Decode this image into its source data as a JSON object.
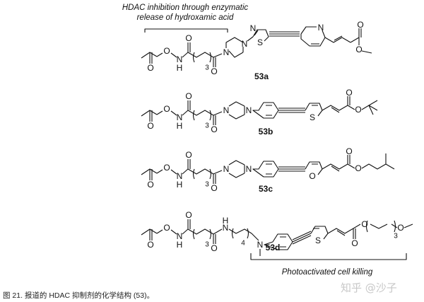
{
  "annotations": {
    "top_line1": "HDAC inhibition through enzymatic",
    "top_line2": "release of hydroxamic acid",
    "bottom": "Photoactivated cell killing"
  },
  "atoms": {
    "O": "O",
    "N": "N",
    "H": "H",
    "S": "S"
  },
  "repeat_counts": {
    "three": "3",
    "four": "4"
  },
  "compounds": [
    {
      "label": "53a"
    },
    {
      "label": "53b"
    },
    {
      "label": "53c"
    },
    {
      "label": "53d"
    }
  ],
  "caption": "图 21. 报道的 HDAC 抑制剂的化学结构 (53)。",
  "watermark": "知乎 @沙子"
}
